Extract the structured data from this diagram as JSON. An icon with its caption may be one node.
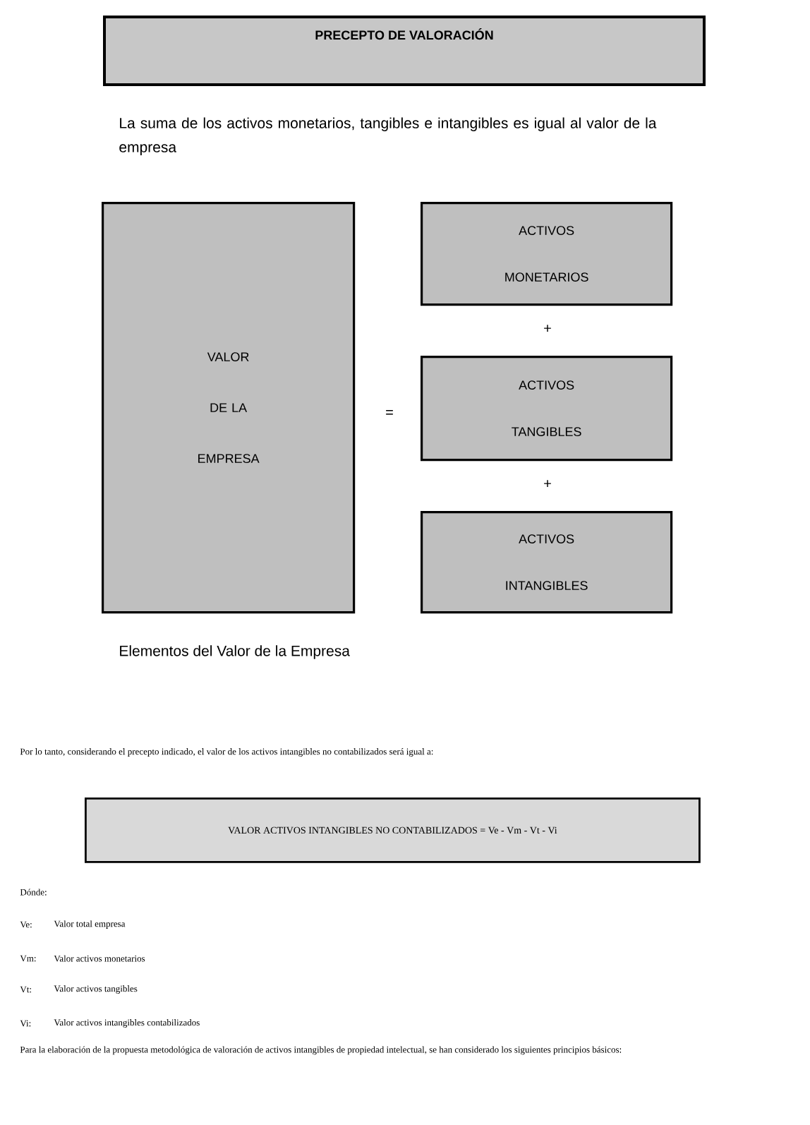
{
  "diagram": {
    "title": "PRECEPTO DE VALORACIÓN",
    "nodes": [
      {
        "text": [
          "VALOR DE LA EMPRESA"
        ]
      },
      {
        "text": [
          "ACTIVOS MONETARIOS"
        ]
      },
      {
        "text": [
          "ACTIVOS TANGIBLES"
        ]
      },
      {
        "text": [
          "ACTIVOS INTANGIBLES"
        ]
      },
      {
        "text": [
          "VALOR ACTIVOS INTANGIBLES NO CONTABILIZADOS = Ve - Vm - Vt - Vi"
        ]
      }
    ],
    "edges": [],
    "caption": "Elementos del Valor de la Empresa",
    "labels": [
      "La suma de los activos monetarios, tangibles e intangibles es igual al valor de la empresa",
      "=",
      "+",
      "+",
      "Por lo tanto, considerando el precepto indicado, el valor de los activos intangibles no contabilizados será igual a:",
      "Dónde:",
      "Ve:",
      "Valor total empresa",
      "Vm:",
      "Valor activos monetarios",
      "Vt:",
      "Valor activos tangibles",
      "Vi:",
      "Valor activos intangibles contabilizados",
      "Para la elaboración de la propuesta metodológica de valoración de activos intangibles de propiedad intelectual, se han considerado los siguientes principios básicos:"
    ]
  }
}
